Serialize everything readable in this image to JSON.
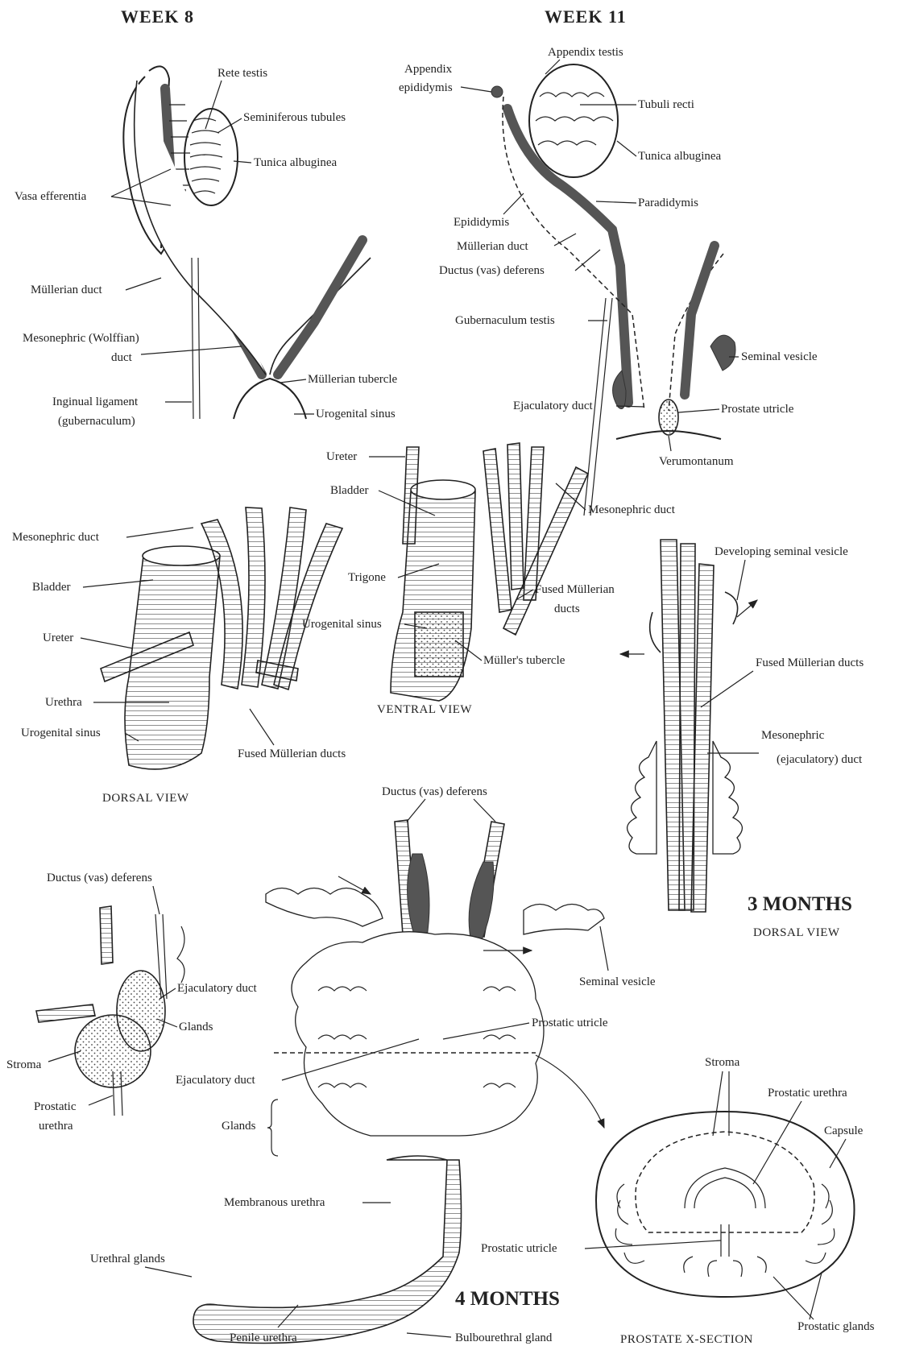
{
  "headings": {
    "week8": "WEEK 8",
    "week11": "WEEK 11",
    "three_months": "3 MONTHS",
    "four_months": "4 MONTHS"
  },
  "views": {
    "dorsal_view_left": "DORSAL VIEW",
    "ventral_view": "VENTRAL VIEW",
    "dorsal_view_3mo": "DORSAL VIEW",
    "prostate_xsection": "PROSTATE X-SECTION"
  },
  "week8_labels": {
    "rete_testis": "Rete testis",
    "seminiferous_tubules": "Seminiferous tubules",
    "tunica_albuginea": "Tunica albuginea",
    "vasa_efferentia": "Vasa efferentia",
    "mullerian_duct": "Müllerian duct",
    "mesonephric_duct_1": "Mesonephric (Wolffian)",
    "mesonephric_duct_2": "duct",
    "mullerian_tubercle": "Müllerian tubercle",
    "inguinal_ligament_1": "Inginual ligament",
    "inguinal_ligament_2": "(gubernaculum)",
    "urogenital_sinus": "Urogenital sinus"
  },
  "week11_labels": {
    "appendix_testis": "Appendix testis",
    "appendix_epididymis_1": "Appendix",
    "appendix_epididymis_2": "epididymis",
    "tubuli_recti": "Tubuli recti",
    "tunica_albuginea": "Tunica albuginea",
    "paradidymis": "Paradidymis",
    "epididymis": "Epididymis",
    "mullerian_duct": "Müllerian duct",
    "ductus_deferens": "Ductus (vas) deferens",
    "gubernaculum_testis": "Gubernaculum testis",
    "seminal_vesicle": "Seminal vesicle",
    "ejaculatory_duct": "Ejaculatory duct",
    "prostate_utricle": "Prostate utricle",
    "verumontanum": "Verumontanum"
  },
  "dorsal_view_labels": {
    "mesonephric_duct": "Mesonephric duct",
    "bladder": "Bladder",
    "ureter": "Ureter",
    "urethra": "Urethra",
    "urogenital_sinus": "Urogenital sinus",
    "fused_mullerian_ducts": "Fused Müllerian ducts"
  },
  "ventral_view_labels": {
    "ureter": "Ureter",
    "bladder": "Bladder",
    "mesonephric_duct": "Mesonephric duct",
    "trigone": "Trigone",
    "fused_mullerian_ducts_1": "Fused Müllerian",
    "fused_mullerian_ducts_2": "ducts",
    "urogenital_sinus": "Urogenital sinus",
    "mullers_tubercle": "Müller's tubercle"
  },
  "three_month_labels": {
    "developing_seminal_vesicle": "Developing seminal vesicle",
    "fused_mullerian_ducts": "Fused Müllerian ducts",
    "mesonephric_1": "Mesonephric",
    "mesonephric_2": "(ejaculatory) duct"
  },
  "four_month_labels": {
    "ductus_deferens_top": "Ductus (vas) deferens",
    "ductus_deferens_left": "Ductus (vas) deferens",
    "ejaculatory_duct_left": "Ejaculatory duct",
    "glands_left": "Glands",
    "stroma_left": "Stroma",
    "prostatic_urethra_1": "Prostatic",
    "prostatic_urethra_2": "urethra",
    "seminal_vesicle": "Seminal vesicle",
    "prostatic_utricle": "Prostatic utricle",
    "ejaculatory_duct_mid": "Ejaculatory duct",
    "glands_mid": "Glands",
    "membranous_urethra": "Membranous urethra",
    "urethral_glands": "Urethral glands",
    "penile_urethra": "Penile urethra",
    "bulbourethral_gland": "Bulbourethral gland"
  },
  "xsection_labels": {
    "stroma": "Stroma",
    "prostatic_urethra": "Prostatic urethra",
    "capsule": "Capsule",
    "prostatic_utricle": "Prostatic utricle",
    "prostatic_glands": "Prostatic glands"
  }
}
